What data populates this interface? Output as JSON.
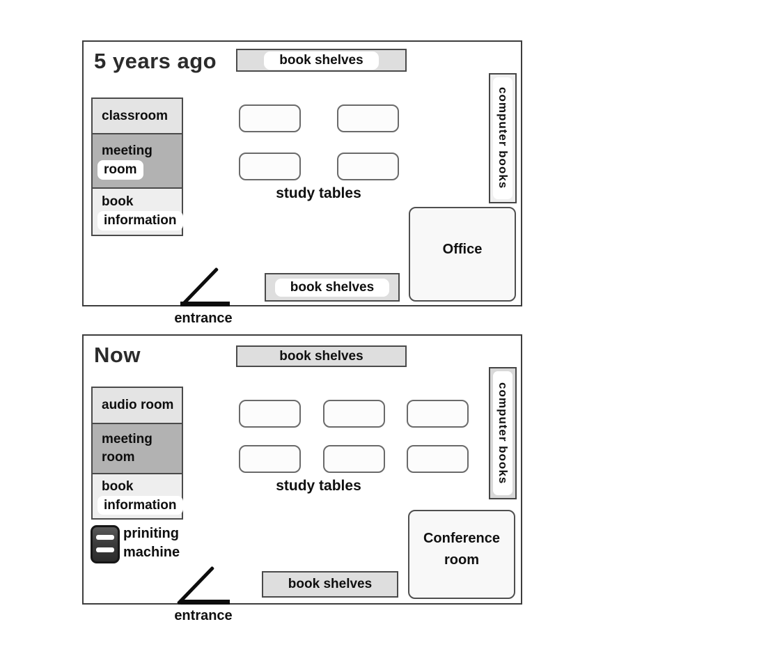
{
  "panels": [
    {
      "title": "5 years ago",
      "shelf_top": "book shelves",
      "computer_books": "computer books",
      "rooms": {
        "room1": "classroom",
        "room2_line1": "meeting",
        "room2_line2": "room",
        "room3_line1": "book",
        "room3_line2": "information"
      },
      "study_tables_label": "study tables",
      "big_room": "Office",
      "shelf_bottom": "book shelves",
      "entrance_label": "entrance"
    },
    {
      "title": "Now",
      "shelf_top": "book shelves",
      "computer_books": "computer books",
      "rooms": {
        "room1": "audio room",
        "room2_line1": "meeting",
        "room2_line2": "room",
        "room3_line1": "book",
        "room3_line2": "information"
      },
      "study_tables_label": "study tables",
      "printer": {
        "line1": "priniting",
        "line2": "machine"
      },
      "big_room_line1": "Conference",
      "big_room_line2": "room",
      "shelf_bottom": "book shelves",
      "entrance_label": "entrance"
    }
  ]
}
